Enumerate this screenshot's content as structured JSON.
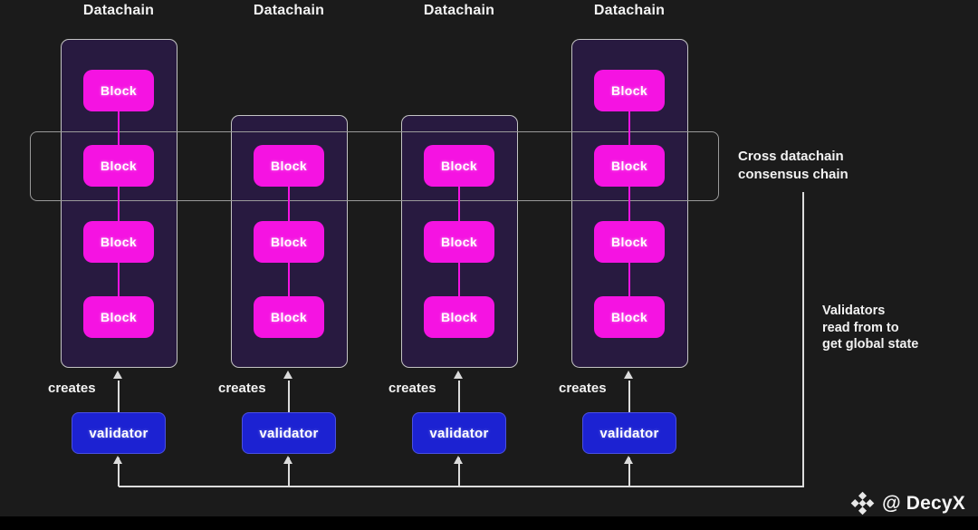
{
  "diagram": {
    "columns": [
      {
        "title": "Datachain",
        "creates_label": "creates",
        "validator_label": "validator",
        "blocks": [
          {
            "label": "Block"
          },
          {
            "label": "Block"
          },
          {
            "label": "Block"
          },
          {
            "label": "Block"
          }
        ]
      },
      {
        "title": "Datachain",
        "creates_label": "creates",
        "validator_label": "validator",
        "blocks": [
          {
            "label": "Block"
          },
          {
            "label": "Block"
          },
          {
            "label": "Block"
          }
        ]
      },
      {
        "title": "Datachain",
        "creates_label": "creates",
        "validator_label": "validator",
        "blocks": [
          {
            "label": "Block"
          },
          {
            "label": "Block"
          },
          {
            "label": "Block"
          }
        ]
      },
      {
        "title": "Datachain",
        "creates_label": "creates",
        "validator_label": "validator",
        "blocks": [
          {
            "label": "Block"
          },
          {
            "label": "Block"
          },
          {
            "label": "Block"
          },
          {
            "label": "Block"
          }
        ]
      }
    ],
    "annotations": {
      "consensus_band_label": "Cross datachain\nconsensus chain",
      "validators_read_label": "Validators\nread from to\nget global state"
    },
    "watermark": {
      "handle": "@ DecyX",
      "logo_icon": "binance-diamond-icon"
    }
  },
  "colors": {
    "background": "#1b1b1b",
    "container_fill": "#281a40",
    "container_border": "#c4c4c4",
    "block_fill": "#f513e2",
    "block_text": "#ffffff",
    "validator_fill": "#1c22d2",
    "validator_border": "#4a50e0",
    "line": "#dcdcdc",
    "band_border": "#9a9a9a",
    "text": "#f2f2f2",
    "footer_bar": "#000000"
  }
}
